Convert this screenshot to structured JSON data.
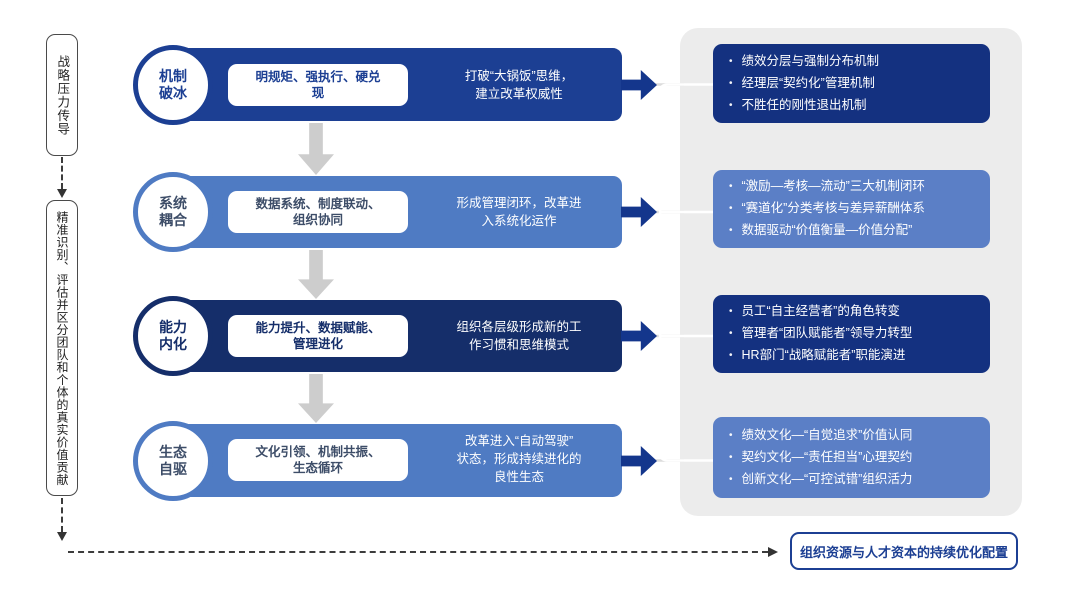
{
  "left_rail": {
    "box1": "战略压力传导",
    "box2": "精准识别、评估并区分团队和个体的真实价值贡献"
  },
  "stages": [
    {
      "circle": "机制\n破冰",
      "tactic": "明规矩、强执行、硬兑\n现",
      "outcome": "打破“大锅饭”思维，\n建立改革权威性",
      "bullets": [
        "绩效分层与强制分布机制",
        "经理层“契约化”管理机制",
        "不胜任的刚性退出机制"
      ]
    },
    {
      "circle": "系统\n耦合",
      "tactic": "数据系统、制度联动、\n组织协同",
      "outcome": "形成管理闭环，改革进\n入系统化运作",
      "bullets": [
        "“激励—考核—流动”三大机制闭环",
        "“赛道化”分类考核与差异薪酬体系",
        "数据驱动“价值衡量—价值分配”"
      ]
    },
    {
      "circle": "能力\n内化",
      "tactic": "能力提升、数据赋能、\n管理进化",
      "outcome": "组织各层级形成新的工\n作习惯和思维模式",
      "bullets": [
        "员工“自主经营者”的角色转变",
        "管理者“团队赋能者”领导力转型",
        "HR部门“战略赋能者”职能演进"
      ]
    },
    {
      "circle": "生态\n自驱",
      "tactic": "文化引领、机制共振、\n生态循环",
      "outcome": "改革进入“自动驾驶”\n状态，形成持续进化的\n良性生态",
      "bullets": [
        "绩效文化—“自觉追求”价值认同",
        "契约文化—“责任担当”心理契约",
        "创新文化—“可控试错”组织活力"
      ]
    }
  ],
  "footer": {
    "label": "组织资源与人才资本的持续优化配置"
  },
  "colors": {
    "stage1_bar": "#1c3f93",
    "stage2_bar": "#4f7bc3",
    "stage3_bar": "#152e6a",
    "stage4_bar": "#4f7bc3",
    "outcome_box_dark": "#143180",
    "outcome_box_mid": "#5b7fc6",
    "right_arrow": "#14368c",
    "down_arrow": "#cdcdcd",
    "panel_background": "#ececec"
  }
}
